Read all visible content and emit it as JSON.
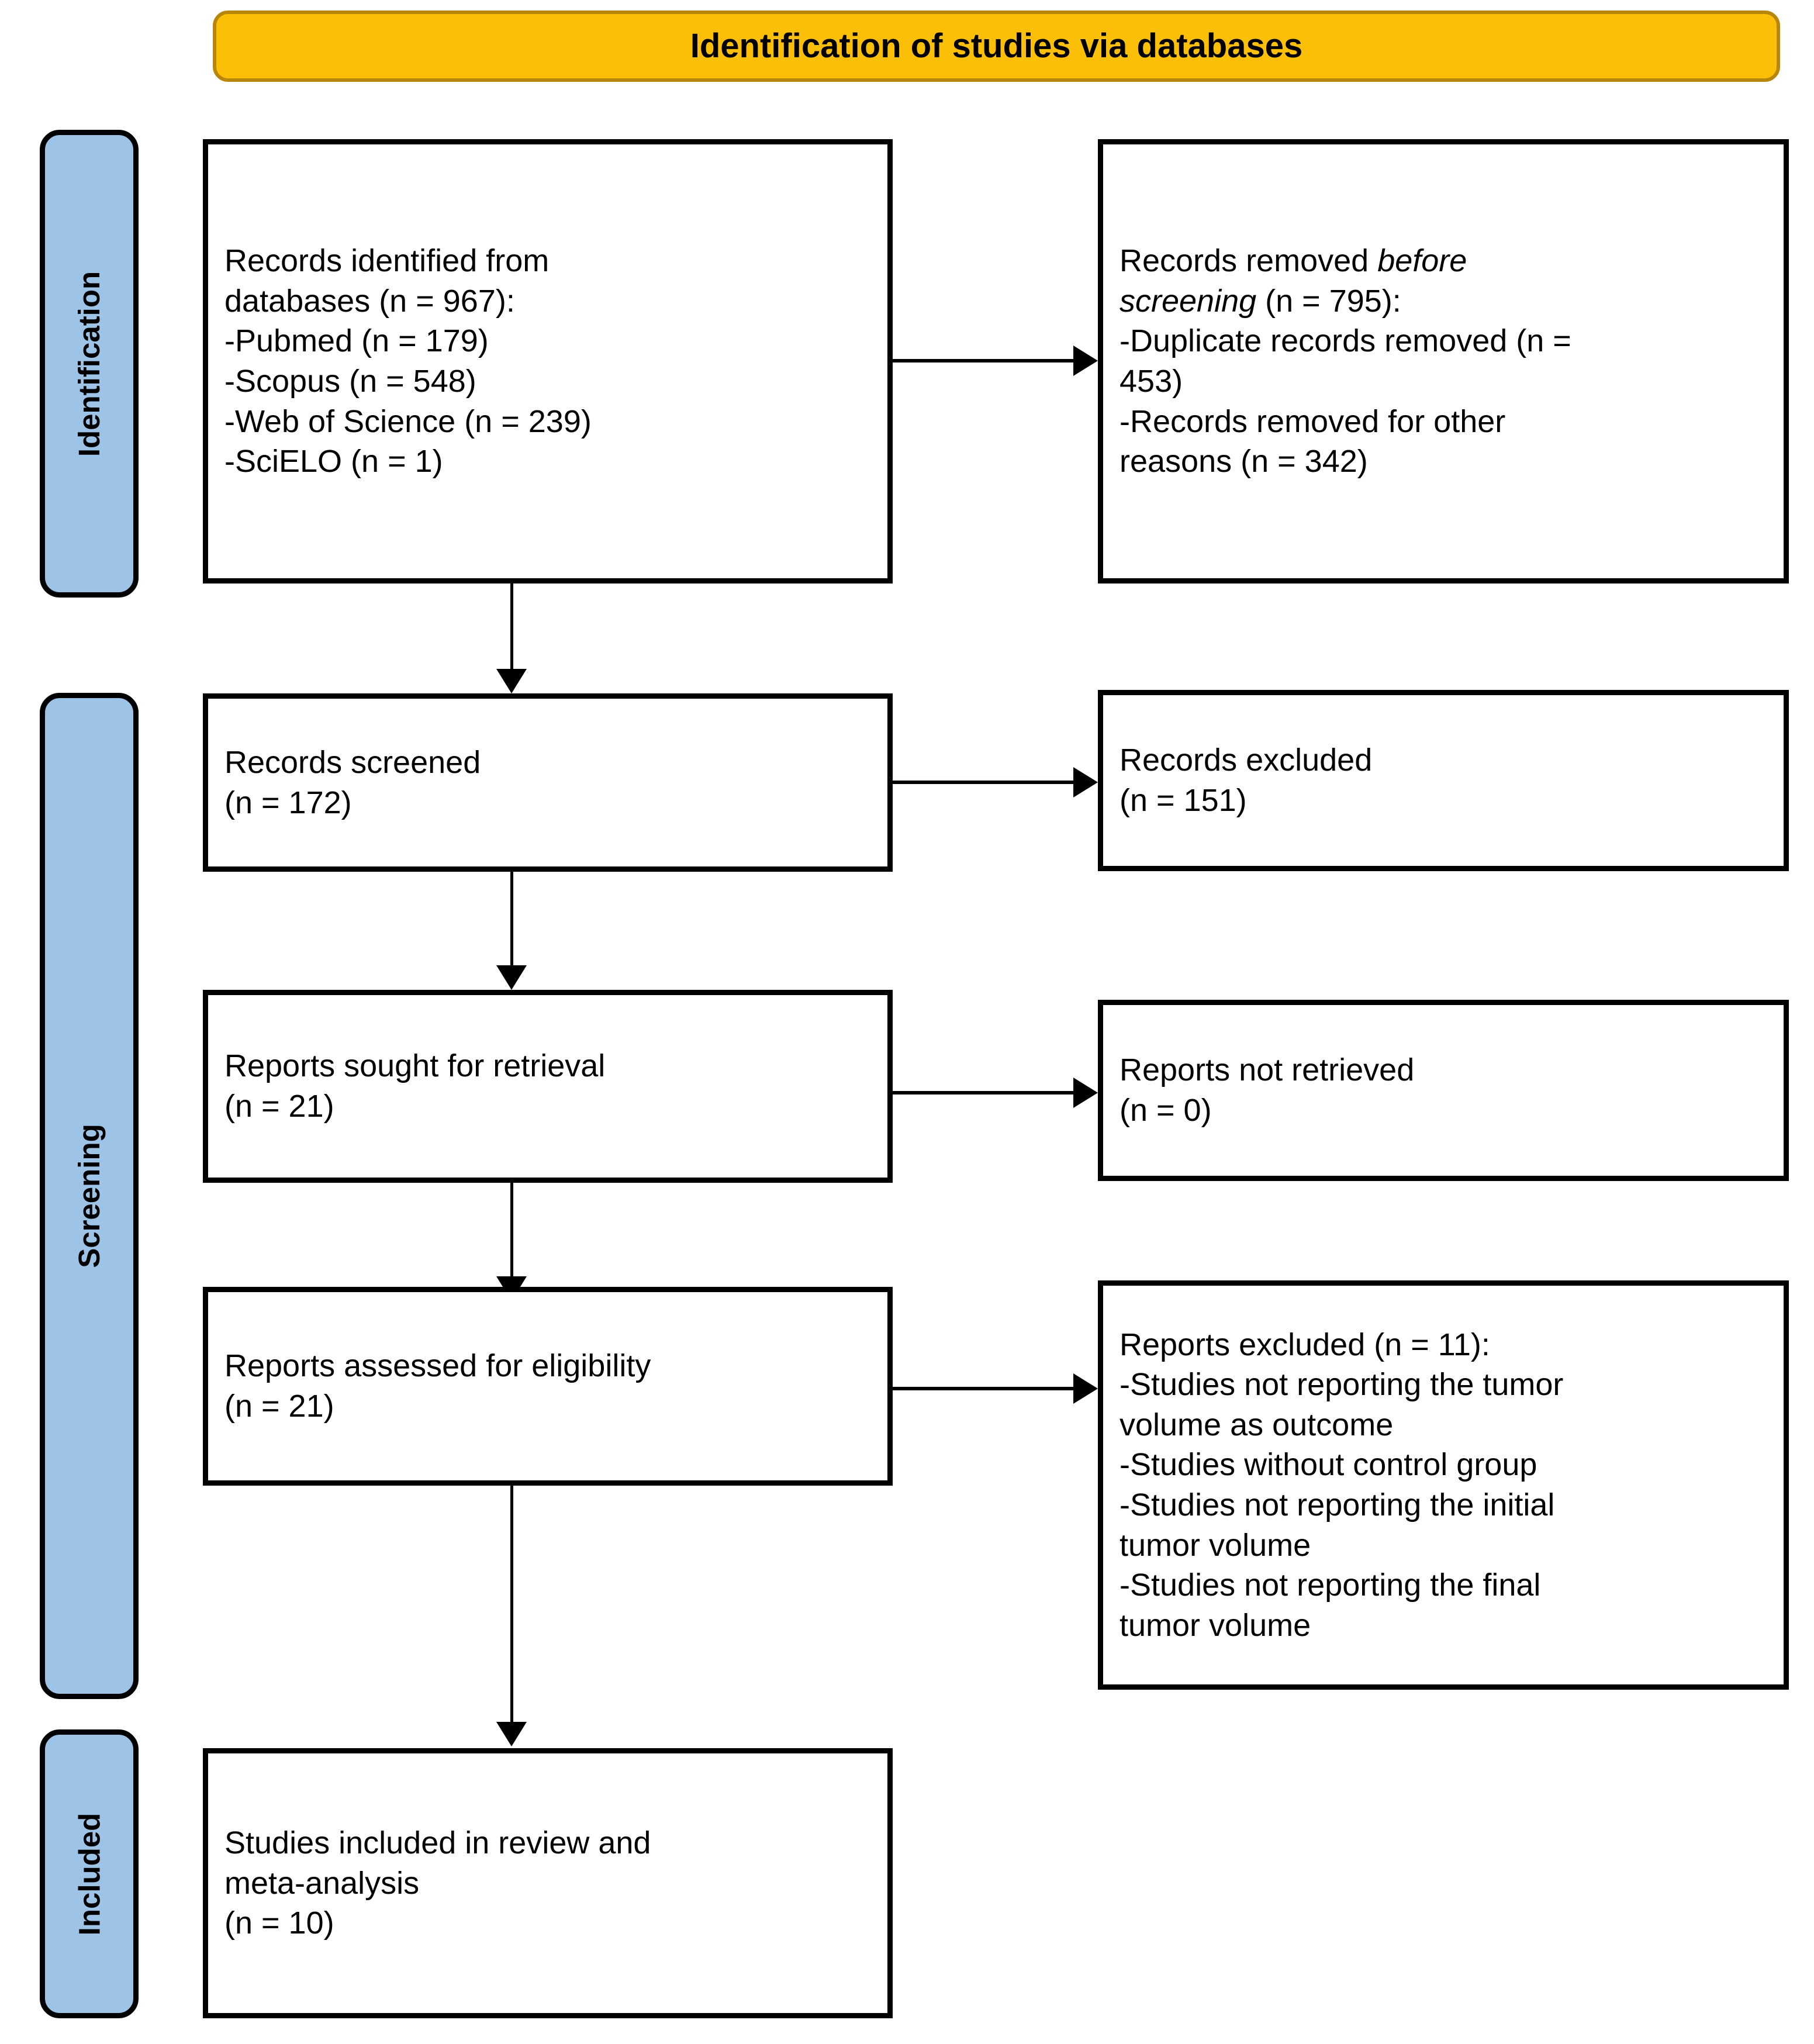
{
  "header": {
    "title": "Identification of studies via databases",
    "background_color": "#FBBF08",
    "border_color": "#B8860B"
  },
  "stages": {
    "accent_color": "#9DC3E6",
    "items": [
      {
        "label": "Identification"
      },
      {
        "label": "Screening"
      },
      {
        "label": "Included"
      }
    ]
  },
  "boxes": {
    "identified": {
      "lines": "Records identified from\ndatabases (n = 967):\n-Pubmed (n = 179)\n-Scopus (n = 548)\n-Web of Science (n = 239)\n-SciELO (n = 1)"
    },
    "removed_before_screening": {
      "line1_pre": "Records removed ",
      "line1_em": "before",
      "line2_em": "screening",
      "line2_post": " (n = 795):",
      "rest": "-Duplicate records removed (n =\n453)\n-Records removed for other\nreasons (n = 342)"
    },
    "records_screened": {
      "lines": "Records screened\n(n = 172)"
    },
    "records_excluded": {
      "lines": "Records excluded\n(n = 151)"
    },
    "reports_sought": {
      "lines": "Reports sought for retrieval\n(n = 21)"
    },
    "reports_not_retrieved": {
      "lines": "Reports not retrieved\n(n = 0)"
    },
    "reports_assessed": {
      "lines": "Reports assessed for eligibility\n(n = 21)"
    },
    "reports_excluded": {
      "lines": "Reports excluded (n = 11):\n-Studies not reporting the tumor\nvolume as outcome\n-Studies without control group\n-Studies not reporting the initial\ntumor volume\n-Studies not reporting the final\ntumor volume"
    },
    "studies_included": {
      "lines": "Studies included in review and\nmeta-analysis\n(n = 10)"
    }
  },
  "chart_data": {
    "type": "diagram",
    "title": "PRISMA 2020 flow diagram",
    "subtitle": "Identification of studies via databases",
    "nodes": [
      {
        "id": "identified",
        "stage": "Identification",
        "column": "left",
        "label": "Records identified from databases",
        "n": 967,
        "breakdown": [
          {
            "source": "Pubmed",
            "n": 179
          },
          {
            "source": "Scopus",
            "n": 548
          },
          {
            "source": "Web of Science",
            "n": 239
          },
          {
            "source": "SciELO",
            "n": 1
          }
        ]
      },
      {
        "id": "removed_before_screening",
        "stage": "Identification",
        "column": "right",
        "label": "Records removed before screening",
        "n": 795,
        "breakdown": [
          {
            "source": "Duplicate records removed",
            "n": 453
          },
          {
            "source": "Records removed for other reasons",
            "n": 342
          }
        ]
      },
      {
        "id": "records_screened",
        "stage": "Screening",
        "column": "left",
        "label": "Records screened",
        "n": 172
      },
      {
        "id": "records_excluded",
        "stage": "Screening",
        "column": "right",
        "label": "Records excluded",
        "n": 151
      },
      {
        "id": "reports_sought",
        "stage": "Screening",
        "column": "left",
        "label": "Reports sought for retrieval",
        "n": 21
      },
      {
        "id": "reports_not_retrieved",
        "stage": "Screening",
        "column": "right",
        "label": "Reports not retrieved",
        "n": 0
      },
      {
        "id": "reports_assessed",
        "stage": "Screening",
        "column": "left",
        "label": "Reports assessed for eligibility",
        "n": 21
      },
      {
        "id": "reports_excluded",
        "stage": "Screening",
        "column": "right",
        "label": "Reports excluded",
        "n": 11,
        "breakdown": [
          {
            "source": "Studies not reporting the tumor volume as outcome"
          },
          {
            "source": "Studies without control group"
          },
          {
            "source": "Studies not reporting the initial tumor volume"
          },
          {
            "source": "Studies not reporting the final tumor volume"
          }
        ]
      },
      {
        "id": "studies_included",
        "stage": "Included",
        "column": "left",
        "label": "Studies included in review and meta-analysis",
        "n": 10
      }
    ],
    "edges": [
      {
        "from": "identified",
        "to": "removed_before_screening",
        "direction": "right"
      },
      {
        "from": "identified",
        "to": "records_screened",
        "direction": "down"
      },
      {
        "from": "records_screened",
        "to": "records_excluded",
        "direction": "right"
      },
      {
        "from": "records_screened",
        "to": "reports_sought",
        "direction": "down"
      },
      {
        "from": "reports_sought",
        "to": "reports_not_retrieved",
        "direction": "right"
      },
      {
        "from": "reports_sought",
        "to": "reports_assessed",
        "direction": "down"
      },
      {
        "from": "reports_assessed",
        "to": "reports_excluded",
        "direction": "right"
      },
      {
        "from": "reports_assessed",
        "to": "studies_included",
        "direction": "down"
      }
    ]
  }
}
